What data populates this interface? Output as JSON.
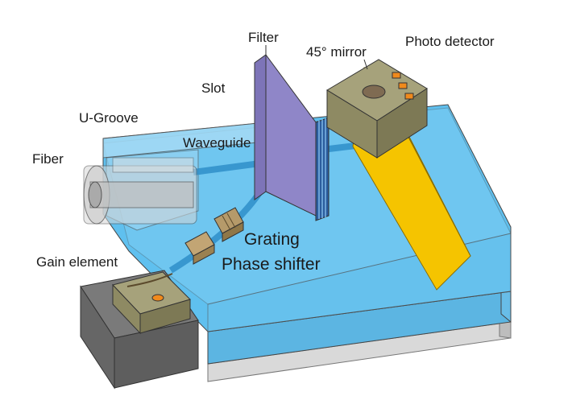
{
  "labels": {
    "filter": "Filter",
    "mirror": "45° mirror",
    "photo_detector": "Photo detector",
    "slot": "Slot",
    "u_groove": "U-Groove",
    "waveguide": "Waveguide",
    "fiber": "Fiber",
    "gain_element": "Gain element",
    "grating": "Grating",
    "phase_shifter": "Phase shifter"
  },
  "colors": {
    "chip_top": "#5fc0ef",
    "chip_front": "#5cb5e2",
    "chip_side": "#78c7ee",
    "substrate_base": "#d9d9d9",
    "waveguide": "#2f8ec9",
    "filter": "#8f86c8",
    "mirror": "#f5c400",
    "detector_body": "#8e8a63",
    "detector_pads": "#f08a1c",
    "gain_mount": "#7a7a7a",
    "phase_shifter": "#b59a6a"
  }
}
